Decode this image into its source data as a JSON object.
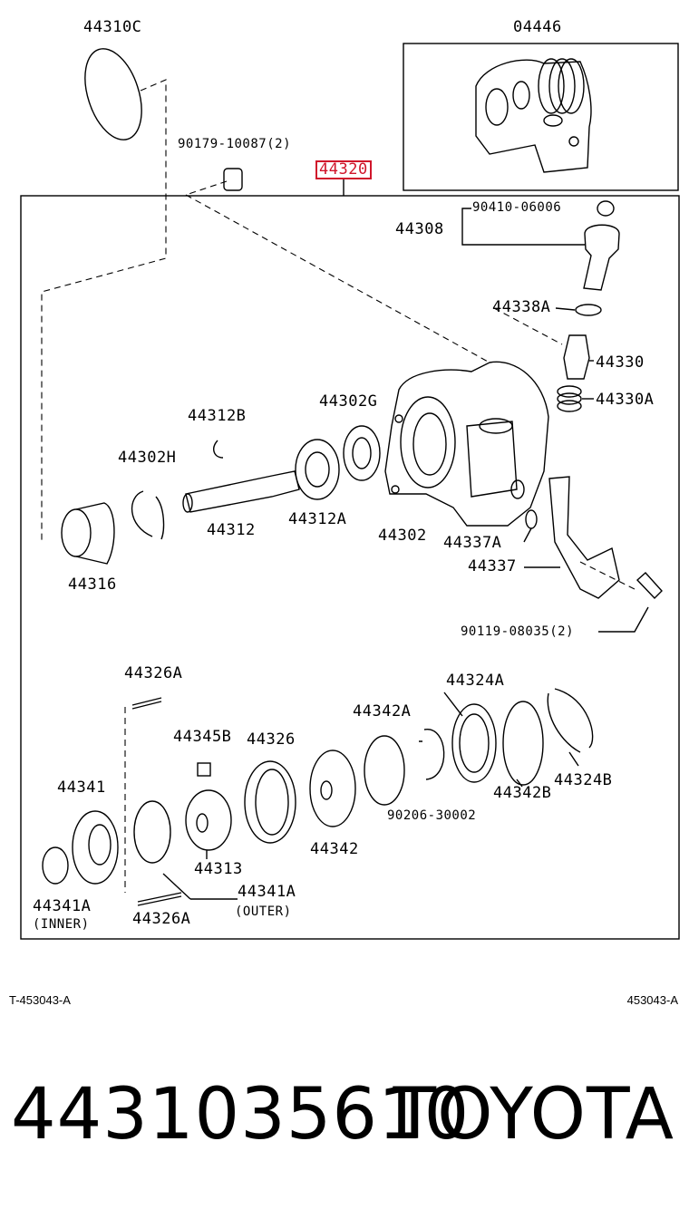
{
  "diagram": {
    "labels": {
      "l_44310C": "44310C",
      "l_04446": "04446",
      "l_90179": "90179-10087(2)",
      "l_44320": "44320",
      "l_90410": "90410-06006",
      "l_44308": "44308",
      "l_44338A": "44338A",
      "l_44330": "44330",
      "l_44330A": "44330A",
      "l_44312B": "44312B",
      "l_44302G": "44302G",
      "l_44302H": "44302H",
      "l_44312": "44312",
      "l_44312A": "44312A",
      "l_44302": "44302",
      "l_44337A": "44337A",
      "l_44337": "44337",
      "l_44316": "44316",
      "l_90119": "90119-08035(2)",
      "l_44326A_top": "44326A",
      "l_44324A": "44324A",
      "l_44345B": "44345B",
      "l_44326": "44326",
      "l_44342A": "44342A",
      "l_44341": "44341",
      "l_44342B": "44342B",
      "l_44324B": "44324B",
      "l_90206": "90206-30002",
      "l_44342": "44342",
      "l_44313": "44313",
      "l_44341A_outer": "44341A",
      "l_outer": "(OUTER)",
      "l_44341A_inner": "44341A",
      "l_inner": "(INNER)",
      "l_44326A_bottom": "44326A"
    },
    "highlight_color": "#d0162b",
    "highlighted_part": "44320"
  },
  "refs": {
    "left": "T-453043-A",
    "right": "453043-A"
  },
  "footer": {
    "part_number": "4431035610",
    "brand": "TOYOTA"
  }
}
